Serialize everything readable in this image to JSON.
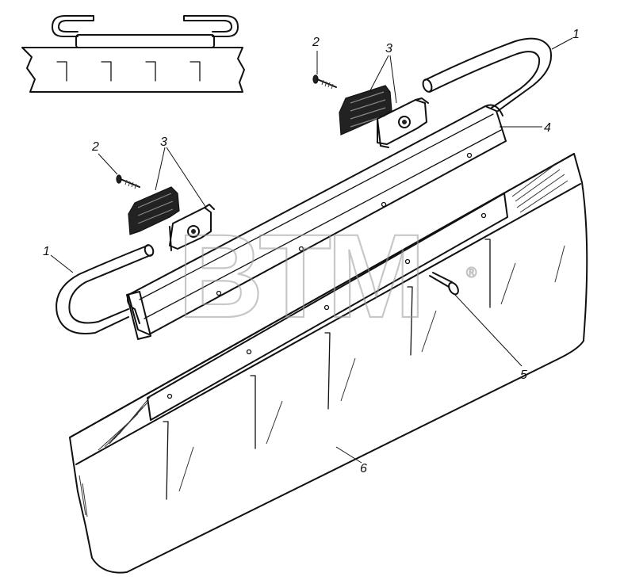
{
  "watermark": {
    "text": "BTM",
    "mark": "®"
  },
  "callouts": [
    {
      "id": "c1a",
      "label": "1"
    },
    {
      "id": "c1b",
      "label": "1"
    },
    {
      "id": "c2a",
      "label": "2"
    },
    {
      "id": "c2b",
      "label": "2"
    },
    {
      "id": "c3a",
      "label": "3"
    },
    {
      "id": "c3b",
      "label": "3"
    },
    {
      "id": "c4",
      "label": "4"
    },
    {
      "id": "c5",
      "label": "5"
    },
    {
      "id": "c6",
      "label": "6"
    }
  ]
}
